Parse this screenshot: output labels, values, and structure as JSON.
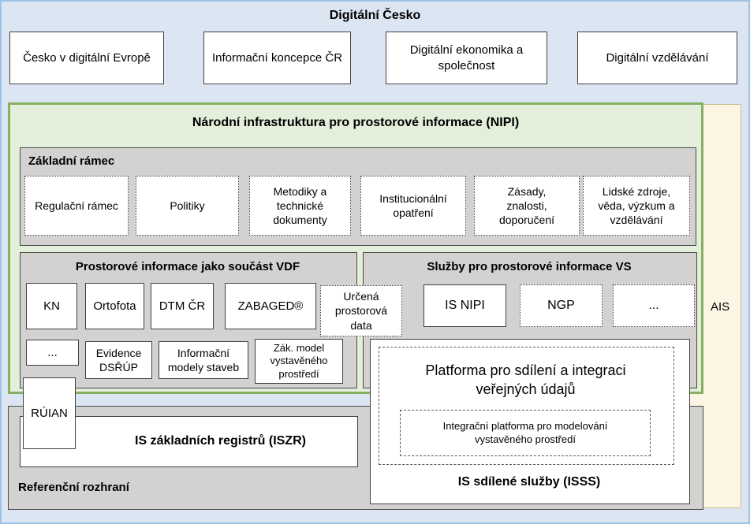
{
  "colors": {
    "background_blue": "#dce6f3",
    "outer_border_blue": "#9dc3e6",
    "nipi_green_fill": "#e3efda",
    "nipi_green_border": "#87b065",
    "section_gray_fill": "#d3d2d0",
    "ais_cream_fill": "#fcf5e4",
    "ais_cream_border": "#ccbd86",
    "box_border_dark": "#404040",
    "text": "#000000"
  },
  "header": {
    "title": "Digitální Česko"
  },
  "top_boxes": [
    "Česko v digitální Evropě",
    "Informační koncepce ČR",
    "Digitální ekonomika a společnost",
    "Digitální vzdělávání"
  ],
  "nipi": {
    "title": "Národní infrastruktura pro prostorové informace (NIPI)",
    "zakladni_ramec": {
      "title": "Základní rámec",
      "items": [
        "Regulační rámec",
        "Politiky",
        "Metodiky a technické dokumenty",
        "Institucionální opatření",
        "Zásady, znalosti, doporučení",
        "Lidské zdroje, věda, výzkum a vzdělávání"
      ]
    },
    "vdf": {
      "title": "Prostorové informace jako součást VDF",
      "row1": [
        "KN",
        "Ortofota",
        "DTM ČR",
        "ZABAGED®"
      ],
      "urcena": "Určená prostorová data",
      "row2": [
        "...",
        "Evidence DSŘÚP",
        "Informační modely staveb",
        "Zák. model vystavěného prostředí"
      ]
    },
    "sluzby": {
      "title": "Služby pro prostorové informace VS",
      "is_nipi": "IS NIPI",
      "ngp": "NGP",
      "more": "..."
    }
  },
  "ais_label": "AIS",
  "bottom": {
    "referencni_rozhrani": "Referenční rozhraní",
    "iszr": "IS základních registrů (ISZR)",
    "ruian": "RÚIAN",
    "isss": {
      "platforma": "Platforma pro sdílení a integraci veřejných údajů",
      "integracni_platforma": "Integrační platforma pro modelování vystavěného prostředí",
      "label": "IS sdílené služby (ISSS)"
    }
  }
}
